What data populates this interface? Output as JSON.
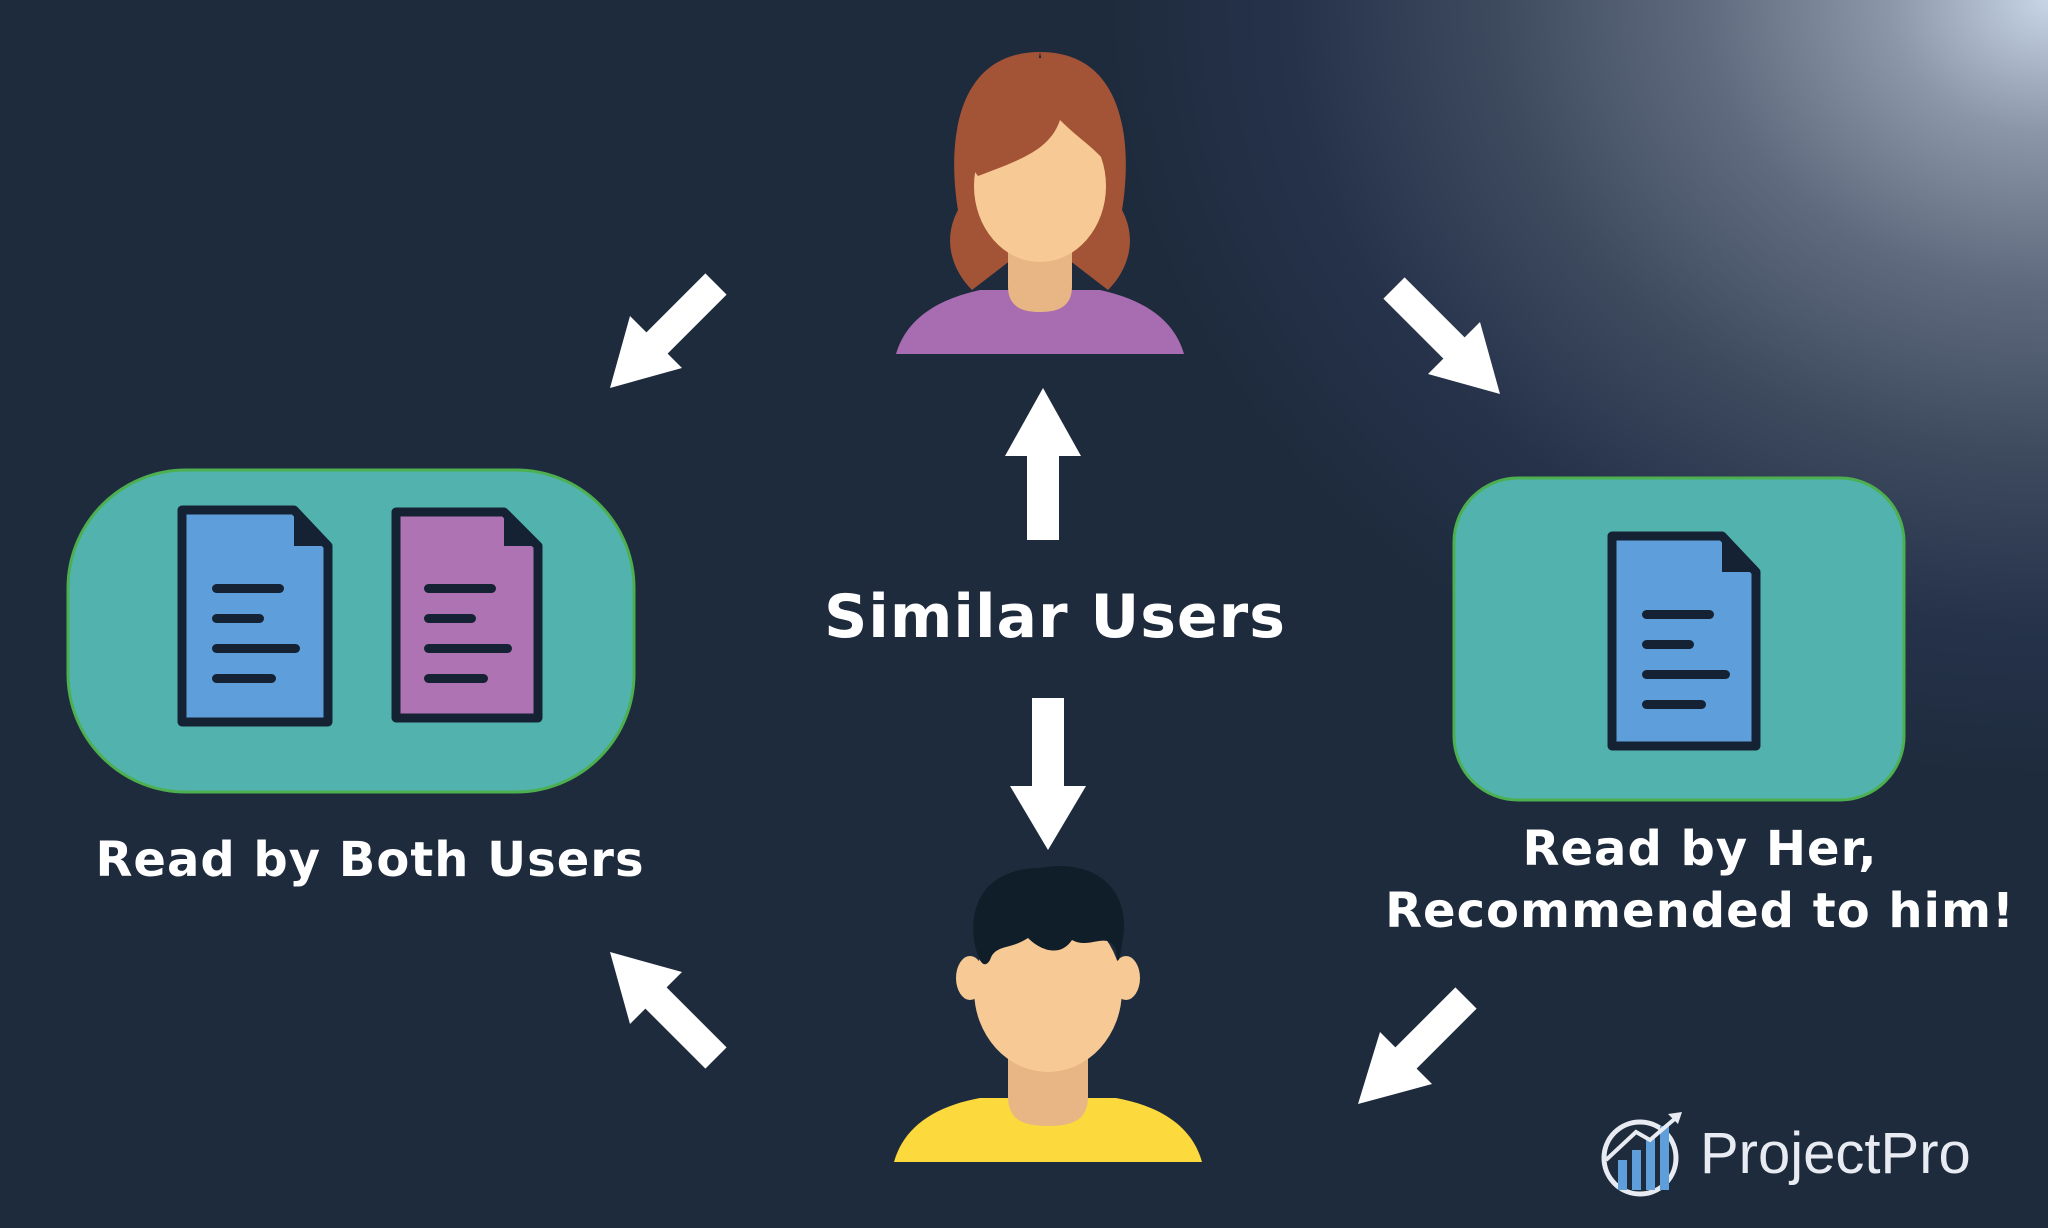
{
  "diagram": {
    "center_label": "Similar Users",
    "left_caption": "Read by Both Users",
    "right_caption_line1": "Read by Her,",
    "right_caption_line2": "Recommended to him!"
  },
  "brand": {
    "name": "ProjectPro"
  },
  "colors": {
    "background": "#1e2b3d",
    "card_fill": "#52b3ae",
    "card_border": "#4caf50",
    "doc_blue": "#5d9edb",
    "doc_purple": "#ad73b3",
    "hair_woman": "#a35436",
    "skin": "#f7c994",
    "shirt_woman": "#a86db0",
    "hair_man": "#0f1e29",
    "shirt_man": "#fcd93d",
    "arrow": "#ffffff"
  },
  "icons": [
    "woman-avatar-icon",
    "man-avatar-icon",
    "document-icon",
    "arrow-icon",
    "projectpro-logo-icon"
  ]
}
